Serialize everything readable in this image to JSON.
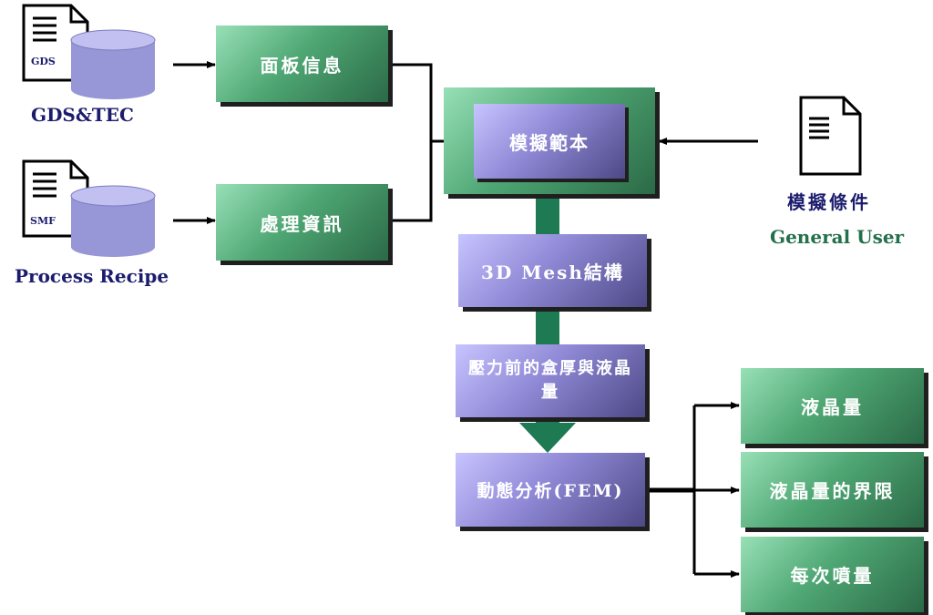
{
  "sources": {
    "gds": {
      "doc_tag": "GDS",
      "caption": "GDS&TEC"
    },
    "smf": {
      "doc_tag": "SMF",
      "caption": "Process Recipe"
    }
  },
  "nodes": {
    "panel_info": "面板信息",
    "process_info": "處理資訊",
    "sim_template": "模擬範本",
    "mesh": "3D Mesh結構",
    "pre_pressure": "壓力前的盒厚與液晶量",
    "fem": "動態分析(FEM)"
  },
  "user": {
    "condition_label": "模擬條件",
    "role_label": "General User"
  },
  "outputs": [
    "液晶量",
    "液晶量的界限",
    "每次噴量"
  ],
  "colors": {
    "green_box": "#3f8f61",
    "purple_box": "#8f89d6",
    "navy_text": "#1c1c6e",
    "teal_text": "#23704b",
    "flow_arrow": "#1d7a52"
  }
}
